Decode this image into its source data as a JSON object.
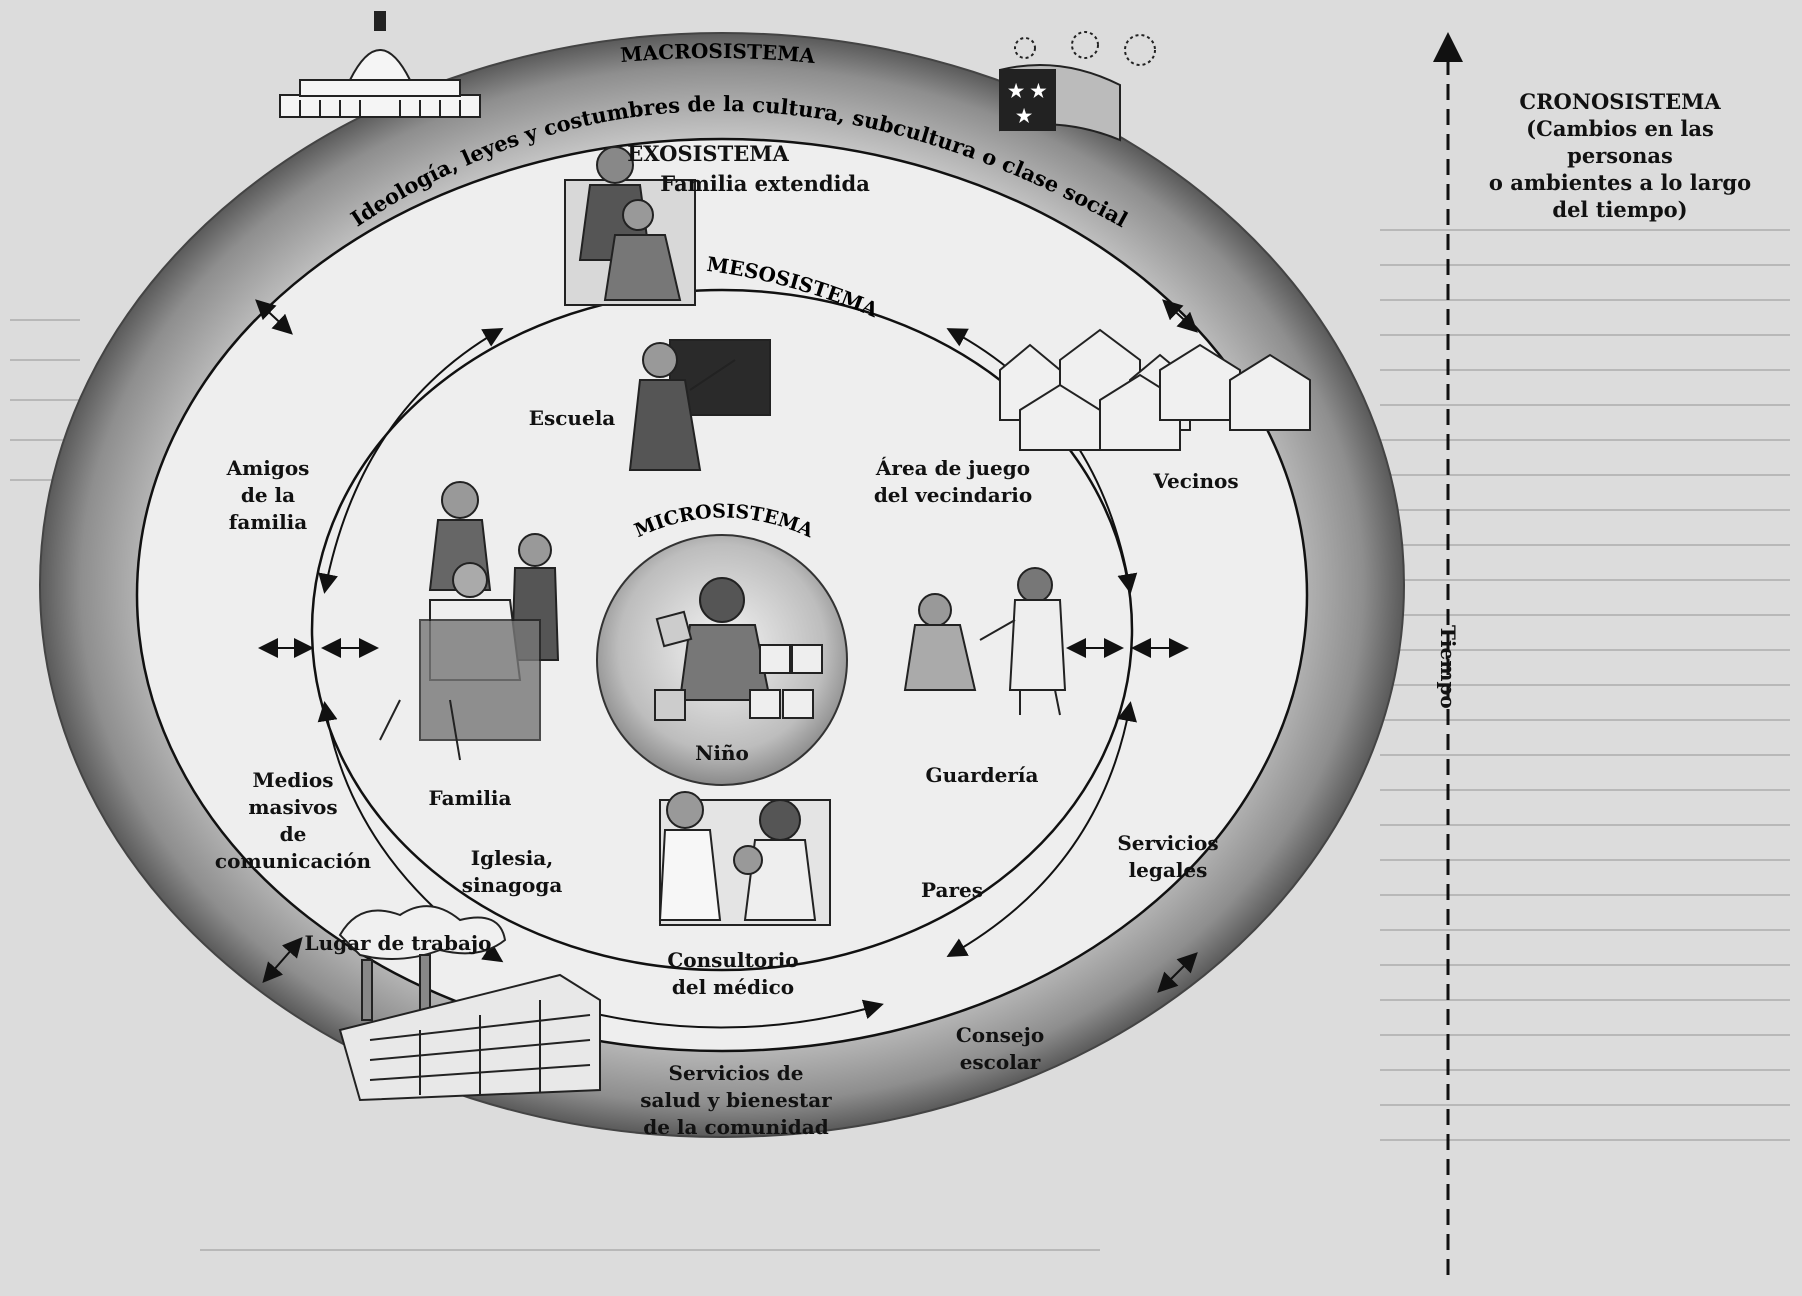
{
  "layers": {
    "macro": {
      "title": "MACROSISTEMA",
      "subtitle": "Ideología, leyes y costumbres de la cultura, subcultura o clase social"
    },
    "exo": {
      "title": "EXOSISTEMA",
      "subtitle": "Familia extendida"
    },
    "meso": {
      "title": "MESOSISTEMA"
    },
    "micro": {
      "title": "MICROSISTEMA",
      "center": "Niño"
    }
  },
  "crono": {
    "title": "CRONOSISTEMA\n(Cambios en las personas\no ambientes a lo largo\ndel tiempo)",
    "axis_label": "Tiempo"
  },
  "labels": {
    "escuela": "Escuela",
    "area_juego": "Área de juego\ndel vecindario",
    "vecinos": "Vecinos",
    "amigos": "Amigos\nde la\nfamilia",
    "familia": "Familia",
    "medios": "Medios\nmasivos\nde\ncomunicación",
    "iglesia": "Iglesia,\nsinagoga",
    "guarderia": "Guardería",
    "servicios_legales": "Servicios\nlegales",
    "pares": "Pares",
    "consultorio": "Consultorio\ndel médico",
    "lugar_trabajo": "Lugar de trabajo",
    "consejo": "Consejo\nescolar",
    "servicios_salud": "Servicios de\nsalud y bienestar\nde la comunidad"
  },
  "icons": [
    "capitol-icon",
    "flag-fireworks-icon",
    "grandparents-icon",
    "teacher-icon",
    "houses-icon",
    "family-icon",
    "child-blocks-icon",
    "children-playing-icon",
    "doctor-icon",
    "factory-icon"
  ]
}
